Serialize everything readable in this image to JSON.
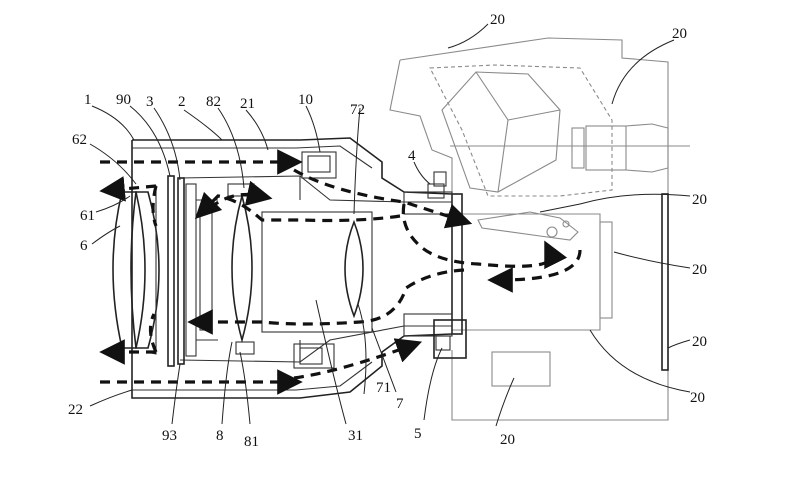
{
  "labels": {
    "l1": "1",
    "l90": "90",
    "l3": "3",
    "l2": "2",
    "l82": "82",
    "l21": "21",
    "l10": "10",
    "l72": "72",
    "l4": "4",
    "l62": "62",
    "l61": "61",
    "l6": "6",
    "l22": "22",
    "l93": "93",
    "l8": "8",
    "l81": "81",
    "l31": "31",
    "l71": "71",
    "l7": "7",
    "l5": "5",
    "l20_top": "20",
    "l20_topright": "20",
    "l20_r1": "20",
    "l20_r2": "20",
    "l20_r3": "20",
    "l20_r4": "20",
    "l20_bottom": "20"
  }
}
